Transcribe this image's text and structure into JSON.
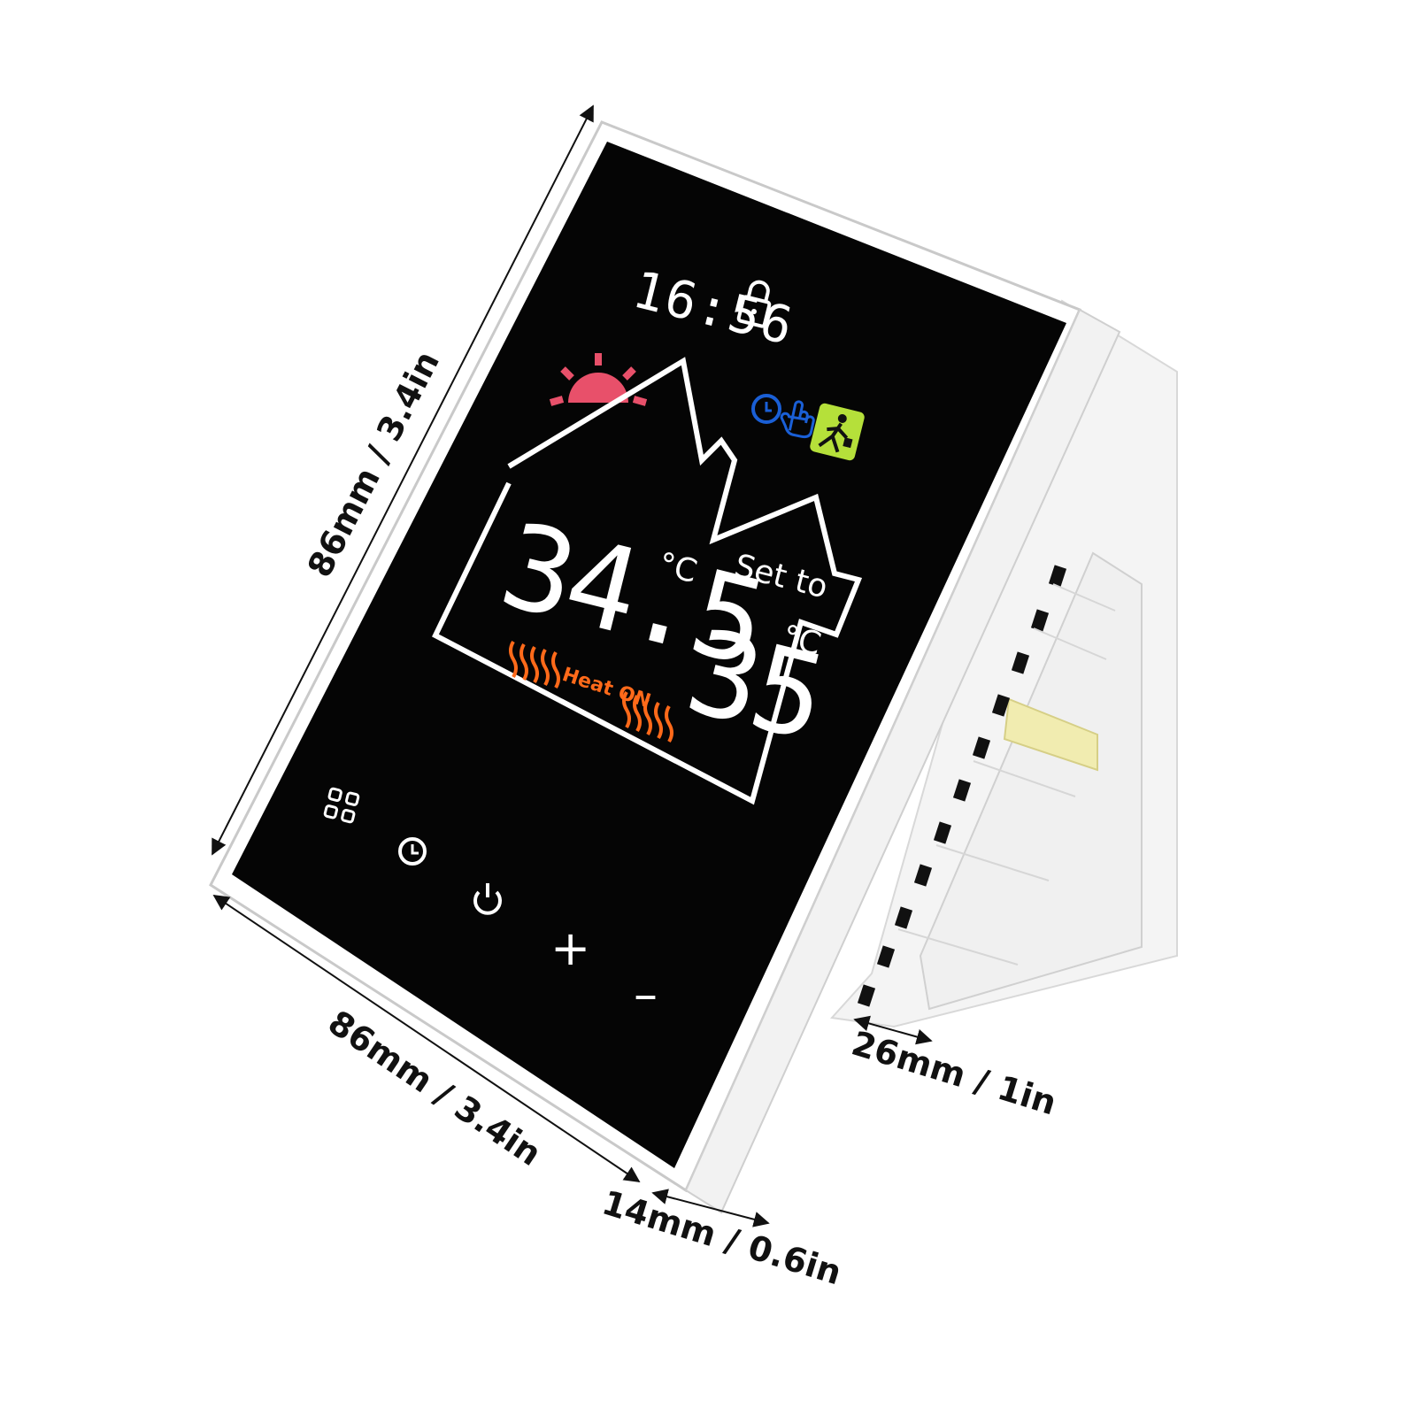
{
  "colors": {
    "screen": "#050505",
    "housing": "#ffffff",
    "accent_heat": "#ff6a1a",
    "sun": "#e8506a",
    "mode_icons": "#1a5fd6",
    "away_badge": "#b5e03a"
  },
  "dimensions": {
    "height_label": "86mm / 3.4in",
    "width_label": "86mm / 3.4in",
    "panel_depth_label": "14mm / 0.6in",
    "body_depth_label": "26mm / 1in"
  },
  "display": {
    "time": "16:56",
    "current_temp": "34.5",
    "current_unit": "°C",
    "set_label": "Set to",
    "set_temp": "35",
    "set_unit": "°C",
    "heat_status": "Heat ON"
  },
  "icons": {
    "lock": "lock-icon",
    "sun": "sun-icon",
    "clock_mode": "clock-icon",
    "manual_mode": "hand-icon",
    "away_mode": "walking-person-icon"
  },
  "buttons": {
    "menu": "menu-grid-icon",
    "schedule": "clock-icon",
    "power": "power-icon",
    "plus": "+",
    "minus": "–"
  }
}
